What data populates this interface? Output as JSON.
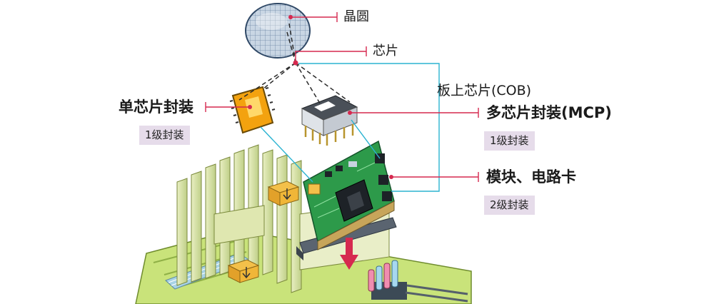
{
  "labels": {
    "wafer": "晶圆",
    "chip": "芯片",
    "cob": "板上芯片(COB)",
    "single_chip_package": "单芯片封装",
    "multi_chip_package": "多芯片封装(MCP)",
    "module_card": "模块、电路卡"
  },
  "levels": {
    "single_chip_level": "1级封装",
    "mcp_level": "1级封装",
    "module_level": "2级封装"
  },
  "colors": {
    "leader": "#d6294f",
    "connector": "#2bb3d1",
    "pcb": "#2d9a4a",
    "arrow": "#d6294f"
  }
}
